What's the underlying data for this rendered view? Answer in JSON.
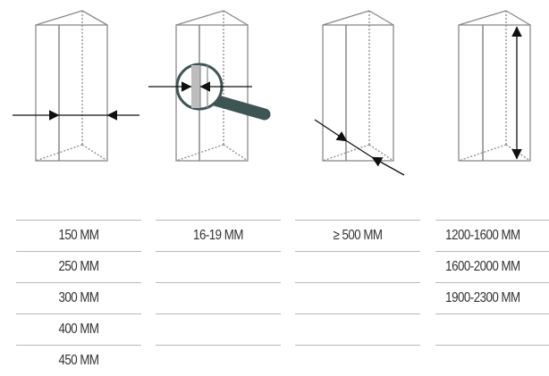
{
  "columns": [
    {
      "id": "width",
      "values": [
        "150 MM",
        "250 MM",
        "300 MM",
        "400 MM",
        "450 MM"
      ]
    },
    {
      "id": "thickness",
      "values": [
        "16-19 MM"
      ]
    },
    {
      "id": "depth",
      "values": [
        "≥ 500 MM"
      ]
    },
    {
      "id": "height",
      "values": [
        "1200-1600 MM",
        "1600-2000 MM",
        "1900-2300 MM"
      ]
    }
  ],
  "colors": {
    "line": "#8a8a8a",
    "arrow": "#111111",
    "magnifier_handle": "#3f5553",
    "rule": "#b9b9b9",
    "text": "#333333"
  },
  "icons": [
    "width-arrows-icon",
    "magnifier-icon",
    "depth-arrows-icon",
    "height-arrow-icon"
  ]
}
